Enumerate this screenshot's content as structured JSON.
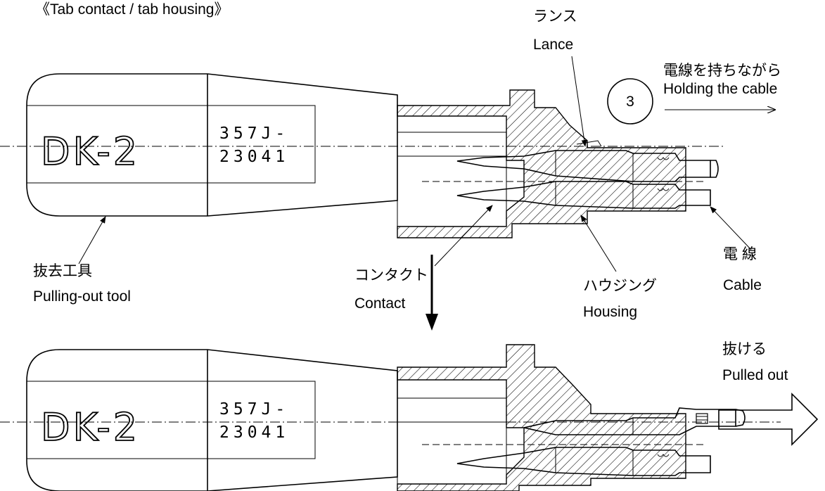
{
  "header": {
    "title": "《Tab contact / tab housing》"
  },
  "step": {
    "number": "3"
  },
  "tool": {
    "name": "DK-2",
    "part_number_line1": "357J-",
    "part_number_line2": "23041"
  },
  "labels": {
    "lance_jp": "ランス",
    "lance_en": "Lance",
    "holding_jp": "電線を持ちながら",
    "holding_en": "Holding the cable",
    "tool_jp": "抜去工具",
    "tool_en": "Pulling-out tool",
    "contact_jp": "コンタクト",
    "contact_en": "Contact",
    "housing_jp": "ハウジング",
    "housing_en": "Housing",
    "cable_jp": "電 線",
    "cable_en": "Cable",
    "pulled_jp": "抜ける",
    "pulled_en": "Pulled out"
  }
}
